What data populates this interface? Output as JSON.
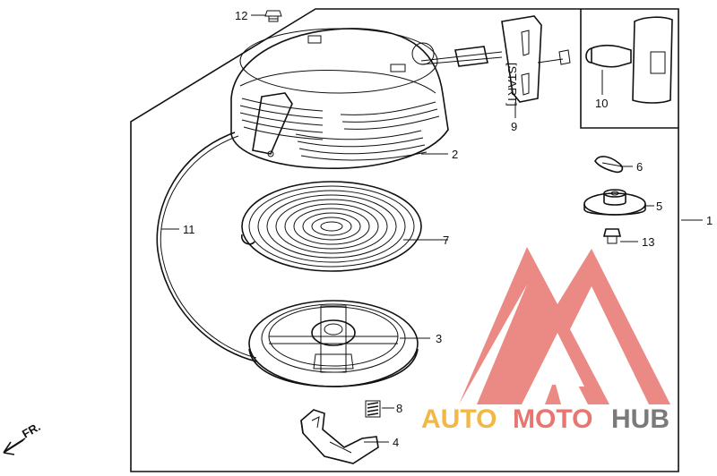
{
  "diagram": {
    "parts": [
      {
        "id": "label-1",
        "text": "1"
      },
      {
        "id": "label-2",
        "text": "2"
      },
      {
        "id": "label-3",
        "text": "3"
      },
      {
        "id": "label-4",
        "text": "4"
      },
      {
        "id": "label-5",
        "text": "5"
      },
      {
        "id": "label-6",
        "text": "6"
      },
      {
        "id": "label-7",
        "text": "7"
      },
      {
        "id": "label-8",
        "text": "8"
      },
      {
        "id": "label-9",
        "text": "9"
      },
      {
        "id": "label-10",
        "text": "10"
      },
      {
        "id": "label-11",
        "text": "11"
      },
      {
        "id": "label-12",
        "text": "12"
      },
      {
        "id": "label-13",
        "text": "13"
      }
    ],
    "handle_text": "[START]",
    "front_marker": "FR.",
    "colors": {
      "line": "#111111",
      "watermark_red": "#e8756f",
      "watermark_yellow": "#f2b845",
      "watermark_gray": "#7a7a7a"
    }
  },
  "watermark": {
    "part1": "AUTO",
    "part2": "MOTO",
    "part3": "HUB"
  }
}
